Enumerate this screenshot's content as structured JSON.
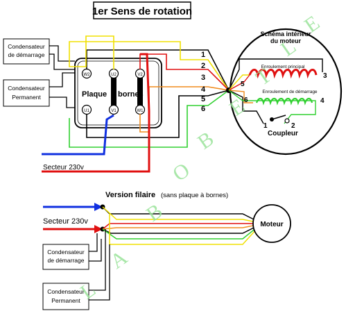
{
  "title": "1er Sens de rotation",
  "capacitor_start_top": [
    "Condensateur",
    "de démarrage"
  ],
  "capacitor_perm_top": [
    "Condensateur",
    "Permanent"
  ],
  "plate_label_left": "Plaque",
  "plate_label_right": "bornes",
  "terminals": [
    "W2",
    "U2",
    "V2",
    "U1",
    "V1",
    "W1"
  ],
  "wire_numbers": [
    "1",
    "2",
    "3",
    "4",
    "5",
    "6"
  ],
  "motor_schema_title": [
    "Schéma intérieur",
    "du moteur"
  ],
  "winding_main": "Enroulement principal",
  "winding_start": "Enroulement de démarrage",
  "coupler": "Coupleur",
  "motor_num_1": "1",
  "motor_num_2": "2",
  "motor_num_3": "3",
  "motor_num_4": "4",
  "motor_num_5": "5",
  "motor_num_6": "6",
  "mains_top": "Secteur 230v",
  "version_title": "Version filaire",
  "version_subtitle": "(sans plaque à bornes)",
  "mains_bottom": "Secteur 230v",
  "motor_label": "Moteur",
  "capacitor_start_bottom": [
    "Condensateur",
    "de démarrage"
  ],
  "capacitor_perm_bottom": [
    "Condensateur",
    "Permanent"
  ],
  "watermark": [
    "L",
    "A",
    "B",
    "O",
    "B",
    "E",
    "T",
    "L",
    "E"
  ],
  "colors": {
    "red": "#e01010",
    "blue": "#1030e0",
    "yellow": "#f0e000",
    "orange": "#f08c1e",
    "green": "#30d030",
    "black": "#000000",
    "watermark": "#9be39b"
  }
}
